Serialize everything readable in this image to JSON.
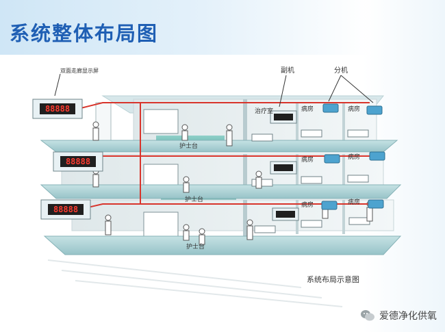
{
  "title": "系统整体布局图",
  "caption": "系统布局示意图",
  "watermark": "爱德净化供氧",
  "labels": {
    "corridor_display": "双面走廊显示屏",
    "main_unit": "副机",
    "sub_unit": "分机",
    "nurse_station": "护士台",
    "treatment_room": "治疗室",
    "ward": "病房"
  },
  "display_value": "88888",
  "colors": {
    "title": "#1f5fb4",
    "wire": "#d8342b",
    "display_digits": "#ff3b30",
    "slab": "#a9cfd3",
    "wall": "#e6eef0"
  },
  "icons": [
    "wechat-icon"
  ]
}
